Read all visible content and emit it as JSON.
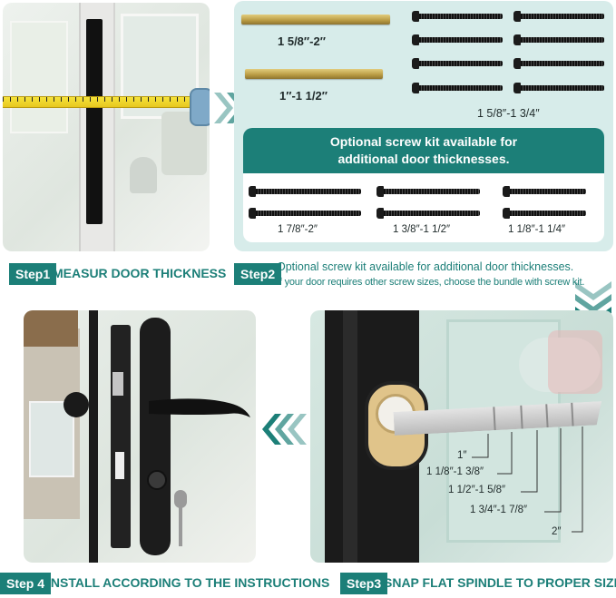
{
  "colors": {
    "teal": "#1c7f78",
    "panel_bg": "#d7ecea",
    "white": "#ffffff"
  },
  "step1": {
    "tag": "Step1",
    "caption": "MEASUR DOOR THICKNESS"
  },
  "step2": {
    "tag": "Step2",
    "caption": "Optional screw kit available for additional door thicknesses.",
    "subcaption": "If your door requires other screw sizes, choose the bundle with screw kit.",
    "spindle_labels": [
      "1 5/8″-2″",
      "1″-1 1/2″"
    ],
    "screw_label_top": "1 5/8″-1 3/4″",
    "banner_line1": "Optional screw kit available for",
    "banner_line2": "additional door thicknesses.",
    "kit_labels": [
      "1 7/8″-2″",
      "1 3/8″-1 1/2″",
      "1 1/8″-1 1/4″"
    ]
  },
  "step3": {
    "tag": "Step3",
    "caption": "SNAP FLAT SPINDLE TO PROPER SIZE",
    "sizes": [
      "1″",
      "1 1/8″-1 3/8″",
      "1 1/2″-1 5/8″",
      "1 3/4″-1 7/8″",
      "2″"
    ]
  },
  "step4": {
    "tag": "Step 4",
    "caption": "INSTALL ACCORDING TO THE INSTRUCTIONS"
  }
}
